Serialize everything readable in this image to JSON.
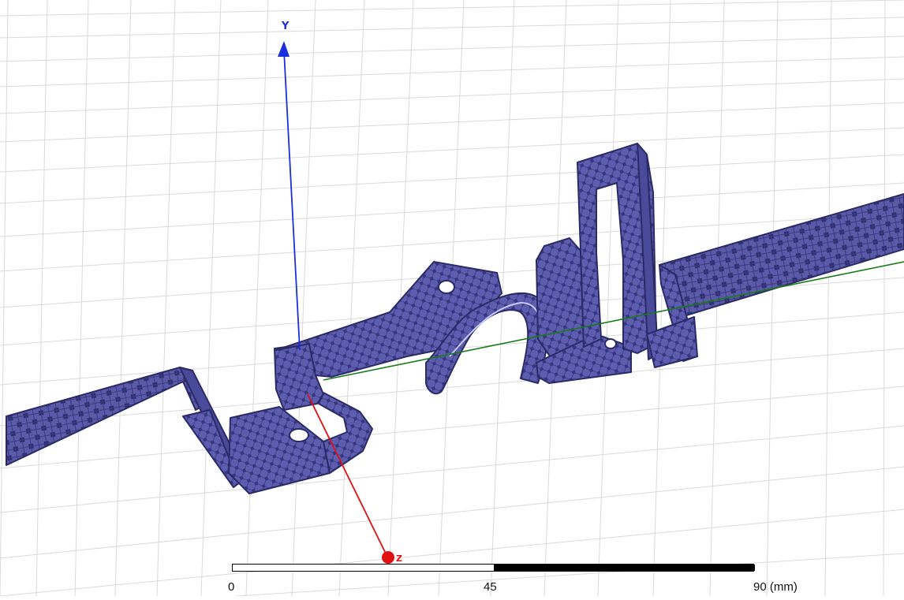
{
  "viewport": {
    "axes": {
      "y_label": "Y",
      "z_label": "Z",
      "colors": {
        "y": "#1a2fe0",
        "z": "#e01010",
        "x": "#1a7a1a"
      }
    },
    "model_color": "#4a4a9a",
    "model_pattern_color": "#2c2c6e",
    "grid_color": "#d8d8d8"
  },
  "scale_bar": {
    "labels": [
      "0",
      "45",
      "90 (mm)"
    ]
  }
}
